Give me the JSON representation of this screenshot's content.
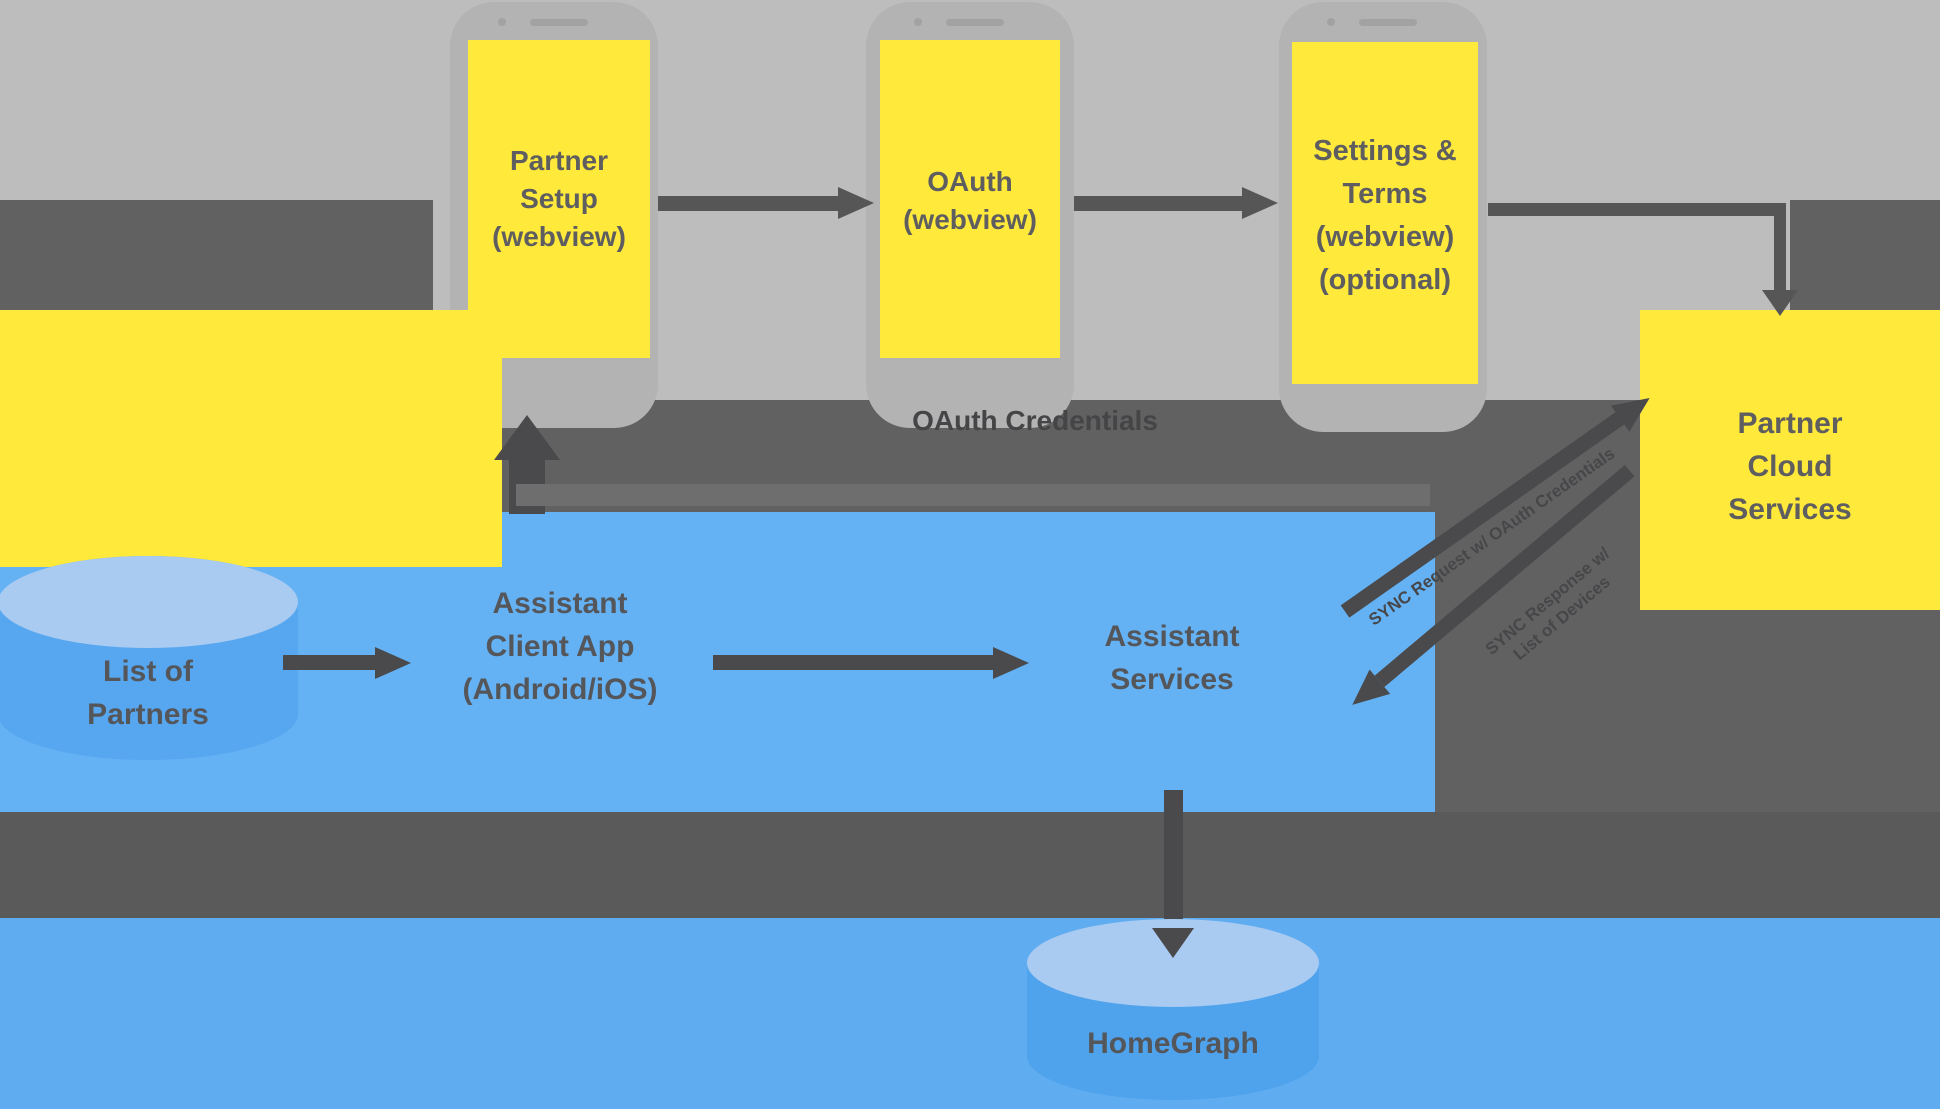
{
  "nodes": {
    "partner_setup": {
      "lines": [
        "Partner",
        "Setup",
        "(webview)"
      ]
    },
    "oauth_webview": {
      "lines": [
        "OAuth",
        "(webview)"
      ]
    },
    "settings_terms": {
      "lines": [
        "Settings &",
        "Terms",
        "(webview)",
        "(optional)"
      ]
    },
    "partner_cloud": {
      "lines": [
        "Partner",
        "Cloud",
        "Services"
      ]
    },
    "assistant_client": {
      "lines": [
        "Assistant",
        "Client App",
        "(Android/iOS)"
      ]
    },
    "assistant_services": {
      "lines": [
        "Assistant",
        "Services"
      ]
    },
    "list_of_partners": {
      "lines": [
        "List of",
        "Partners"
      ]
    },
    "homegraph": {
      "label": "HomeGraph"
    }
  },
  "edge_labels": {
    "oauth_credentials": "OAuth Credentials",
    "sync_request": "SYNC Request w/ OAuth Credentials",
    "sync_response_line1": "SYNC Response w/",
    "sync_response_line2": "List of Devices"
  },
  "colors": {
    "background_dark": "#616161",
    "band_light": "#bdbdbd",
    "phone_bezel": "#b3b3b3",
    "node_yellow": "#ffe93b",
    "node_blue": "#64b2f4",
    "bottom_band_dark": "#5a5a5a",
    "bottom_band_blue": "#5facf1",
    "cylinder_top": "#a9cbf1",
    "cylinder_body": "#57a7f0",
    "homegraph_body": "#4fa2ec",
    "arrow_gray": "#565656",
    "text_gray": "#5e5e60"
  }
}
